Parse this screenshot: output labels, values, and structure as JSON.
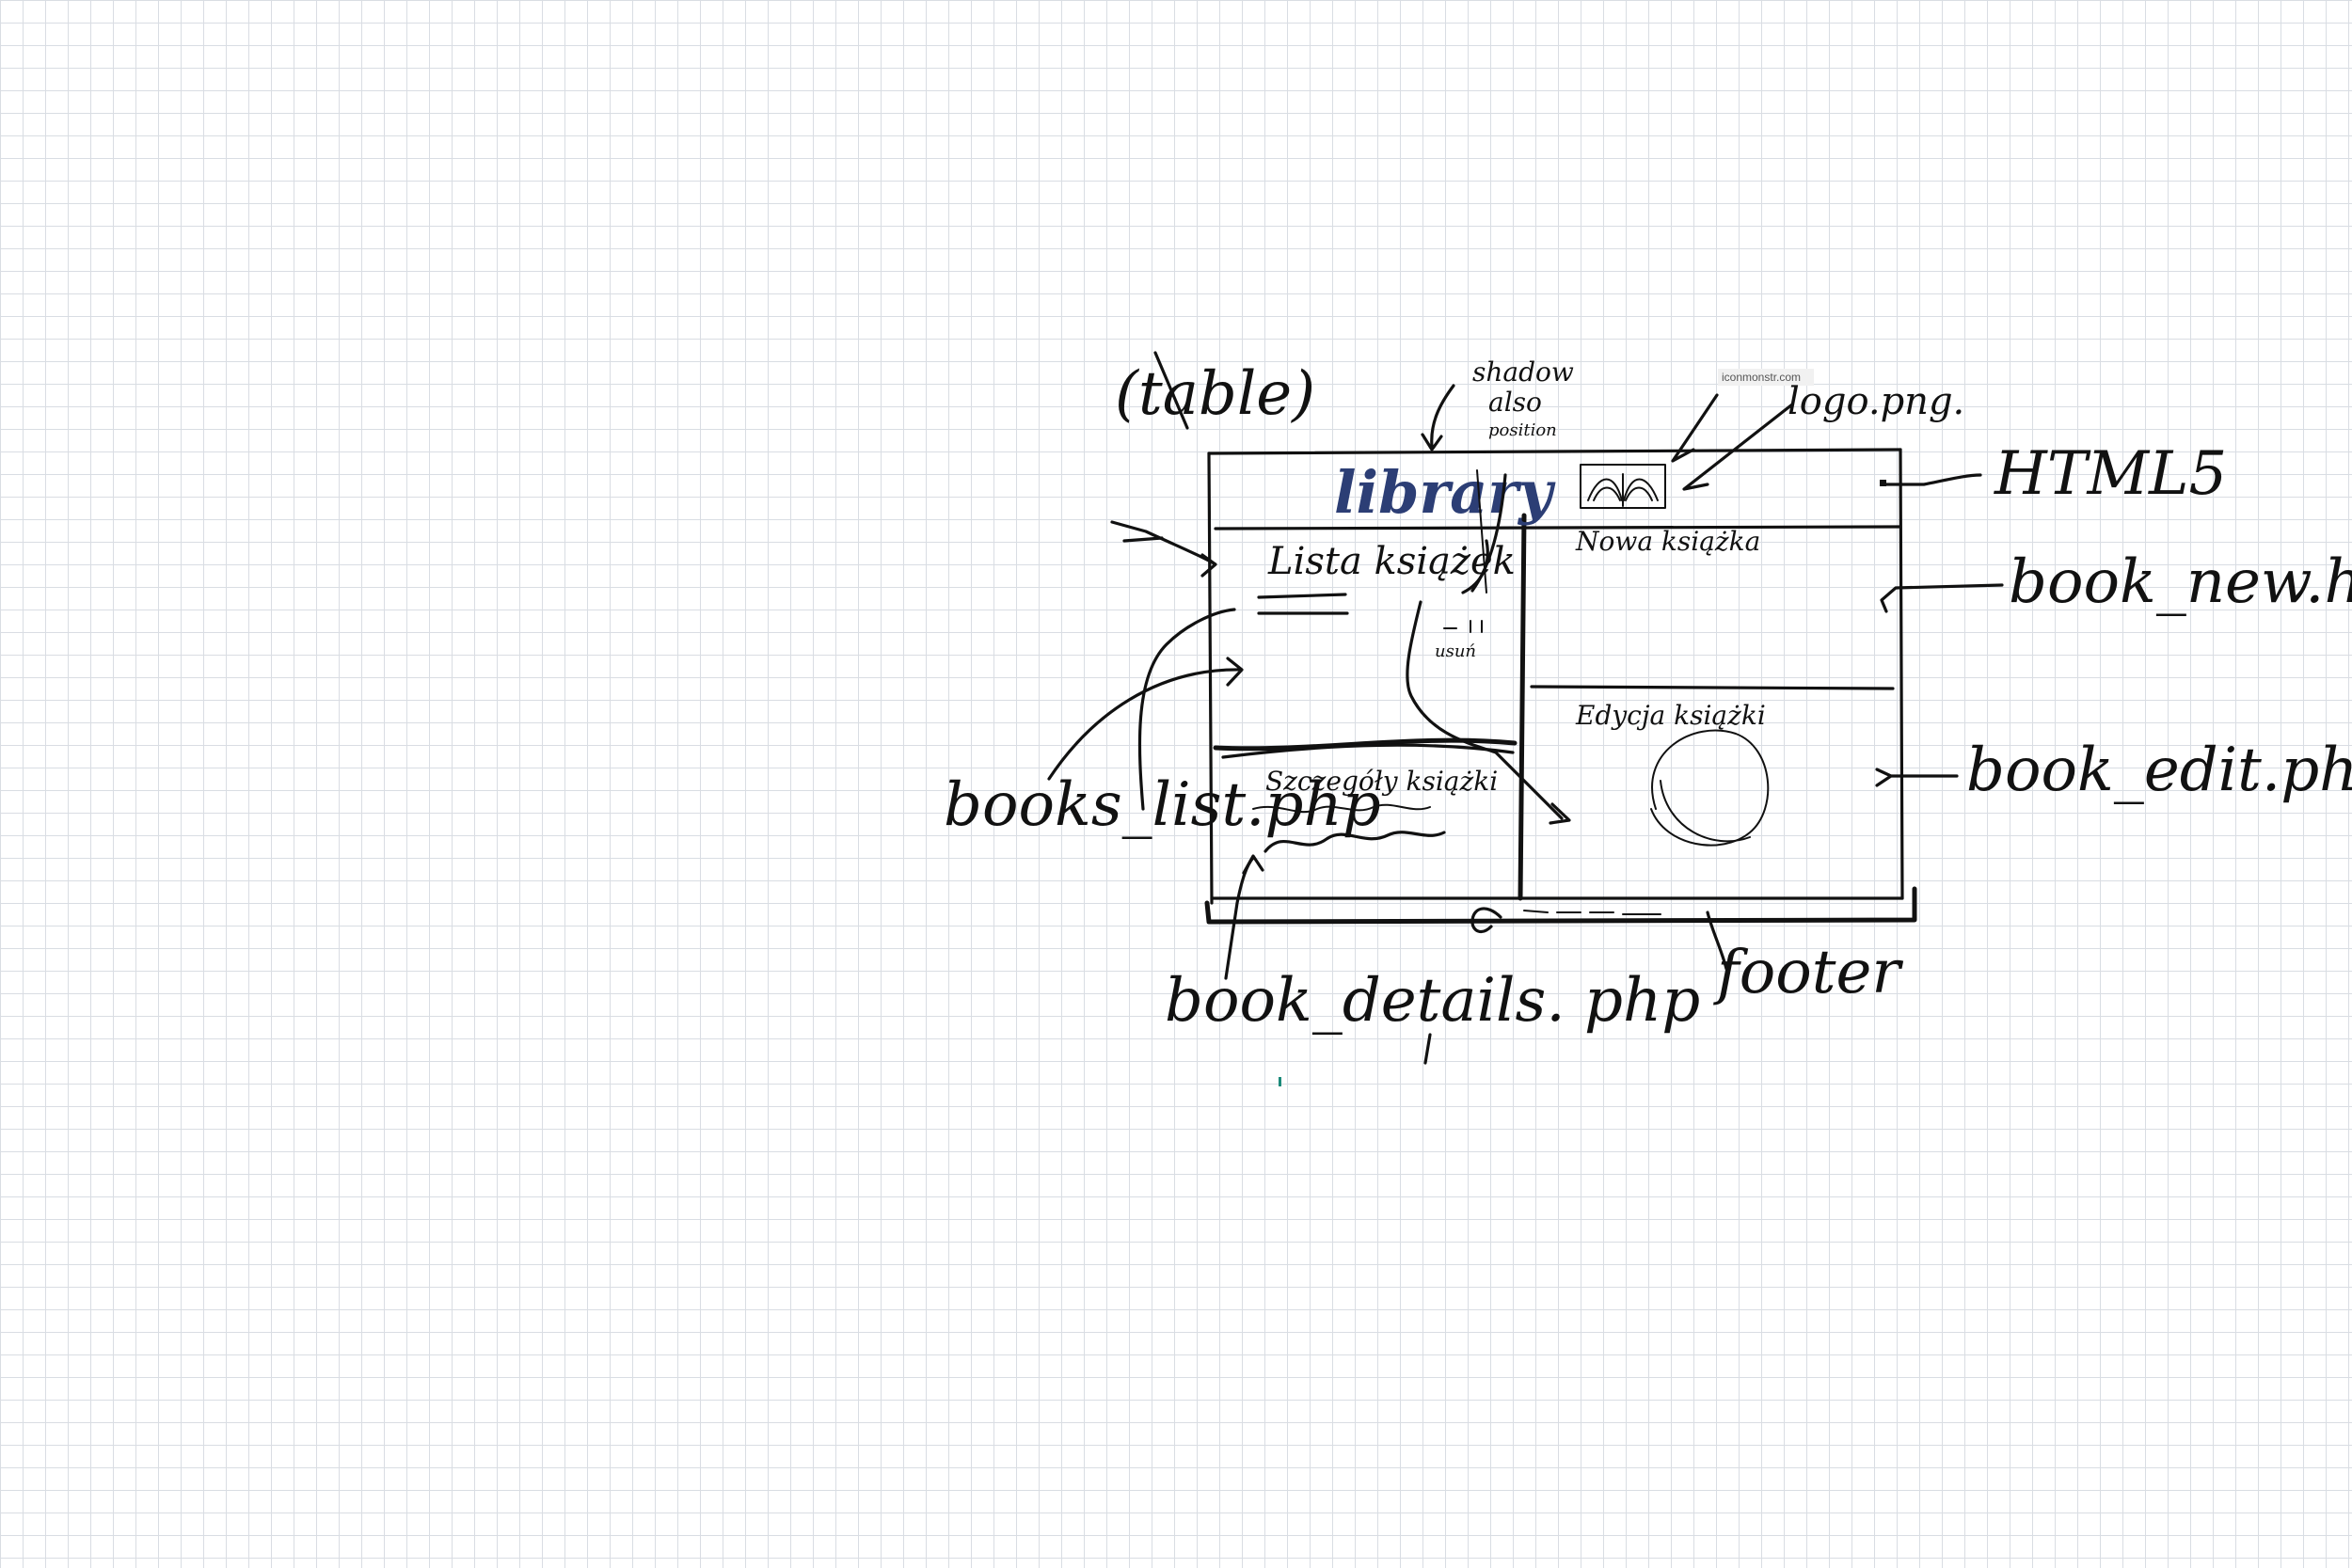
{
  "annotations": {
    "table": "(table)",
    "shadow": "shadow",
    "also": "also",
    "position": "position",
    "logo_file": "logo.png.",
    "html5": "HTML5",
    "book_new": "book_new.html",
    "book_edit": "book_edit.php",
    "books_list": "books_list.php",
    "book_details": "book_details. php",
    "footer": "footer"
  },
  "watermark": "iconmonstr.com",
  "wireframe": {
    "site_title": "library",
    "book_list_heading": "Lista książek",
    "delete_label": "usuń",
    "new_book_heading": "Nowa książka",
    "edit_book_heading": "Edycja książki",
    "details_heading": "Szczegóły książki",
    "logo_icon": "open-book-icon"
  }
}
